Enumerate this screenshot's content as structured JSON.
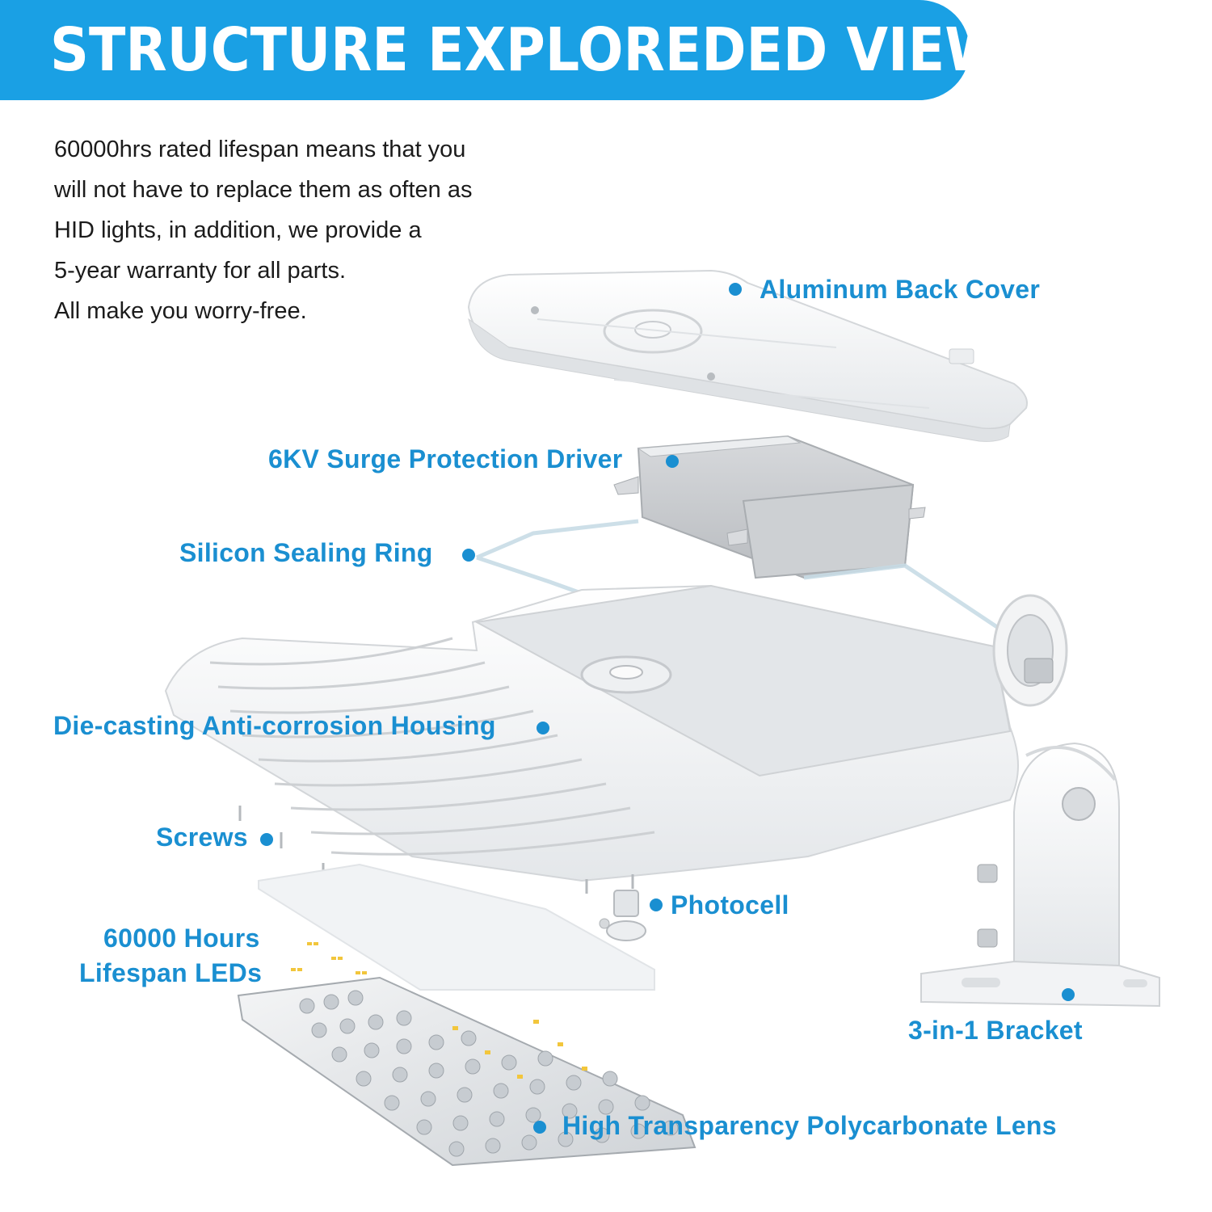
{
  "header": {
    "title": "STRUCTURE EXPLOREDED VIEW"
  },
  "intro": {
    "lines": [
      "60000hrs rated lifespan means that you",
      "will not have to replace them as often as",
      "HID lights, in addition, we provide a",
      "5-year warranty for all parts.",
      "All make you worry-free."
    ]
  },
  "labels": {
    "back_cover": "Aluminum Back Cover",
    "driver": "6KV Surge Protection Driver",
    "sealing_ring": "Silicon Sealing Ring",
    "housing": "Die-casting Anti-corrosion Housing",
    "screws": "Screws",
    "photocell": "Photocell",
    "leds_line1": "60000 Hours",
    "leds_line2": "Lifespan LEDs",
    "bracket": "3-in-1 Bracket",
    "lens": "High Transparency Polycarbonate Lens"
  },
  "colors": {
    "accent": "#1aa0e4",
    "label": "#1a8fd1",
    "text": "#1b1b1b"
  }
}
